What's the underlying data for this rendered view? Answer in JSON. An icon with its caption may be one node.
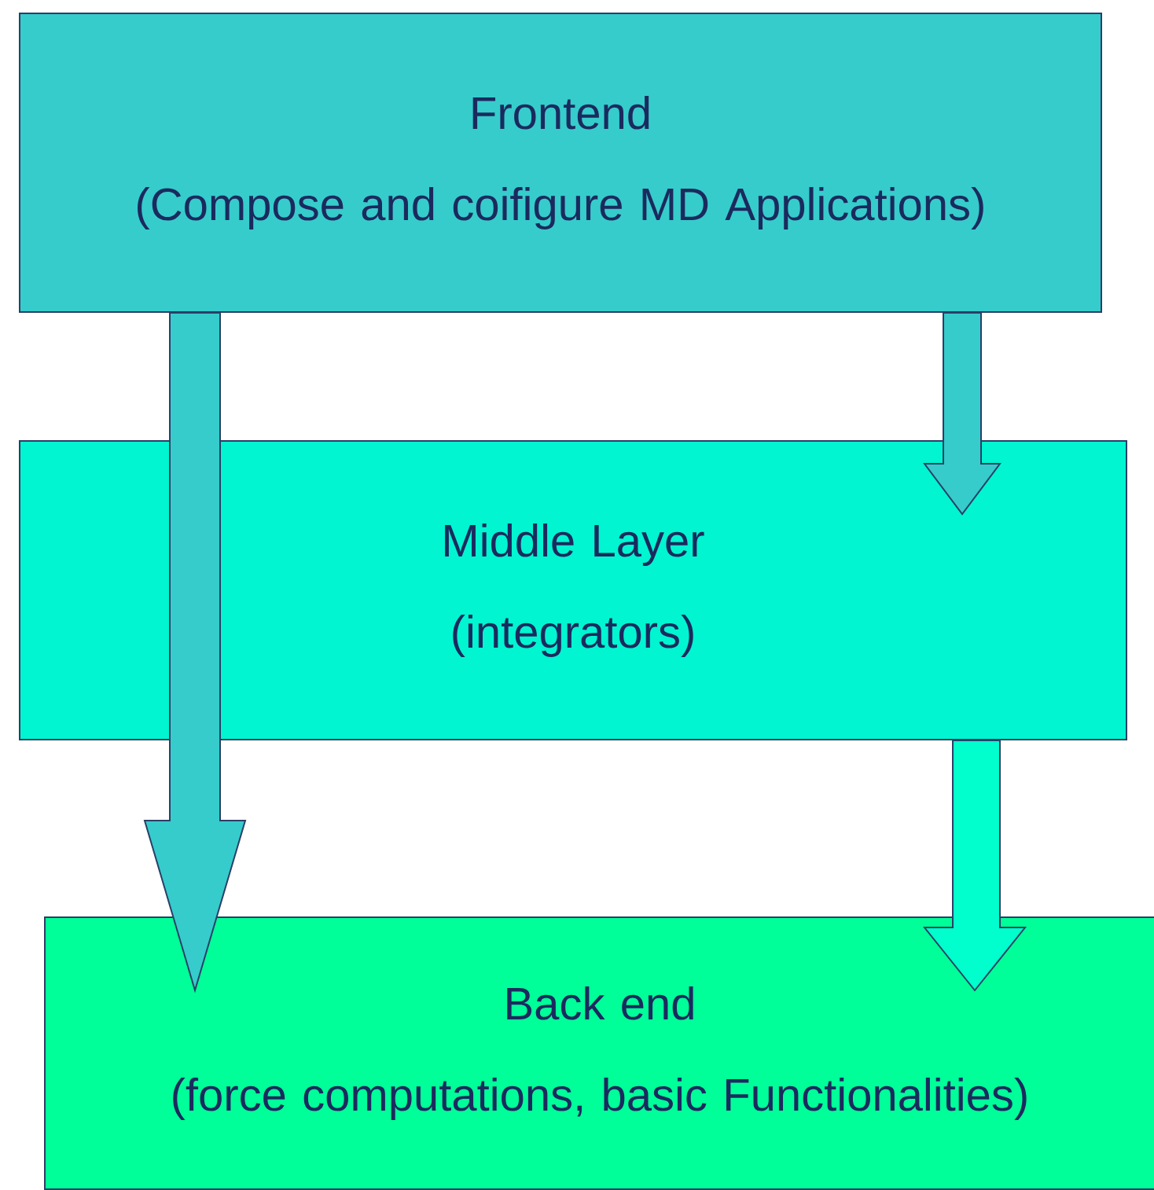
{
  "diagram": {
    "nodes": [
      {
        "text": [
          "Frontend",
          "(Compose and coifigure MD Applications)"
        ]
      },
      {
        "text": [
          "Middle Layer",
          "(integrators)"
        ]
      },
      {
        "text": [
          "Back end",
          "(force computations, basic Functionalities)"
        ]
      }
    ],
    "edges": [
      {
        "from": 0,
        "to": 2,
        "arrow": "to"
      },
      {
        "from": 0,
        "to": 1,
        "arrow": "to"
      },
      {
        "from": 1,
        "to": 2,
        "arrow": "to",
        "color": "#00ffcc"
      }
    ]
  }
}
